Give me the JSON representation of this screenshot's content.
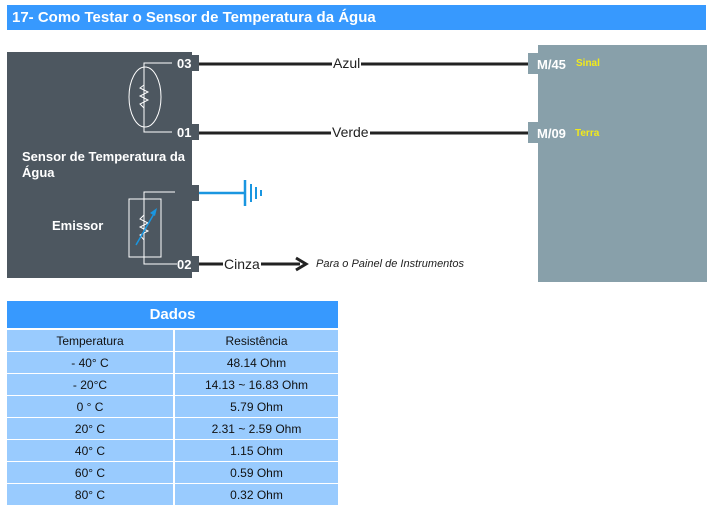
{
  "title": "17- Como Testar o Sensor de Temperatura da Água",
  "sensor": {
    "label": "Sensor de Temperatura da Água",
    "emitter": "Emissor",
    "pins": [
      "03",
      "01",
      "02"
    ]
  },
  "wires": {
    "blue": "Azul",
    "green": "Verde",
    "gray": "Cinza",
    "gray_dest": "Para o Painel de Instrumentos"
  },
  "ecu": {
    "pin1": "M/45",
    "pin1_desc": "Sinal",
    "pin2": "M/09",
    "pin2_desc": "Terra"
  },
  "table": {
    "title": "Dados",
    "headers": [
      "Temperatura",
      "Resistência"
    ],
    "rows": [
      [
        "- 40° C",
        "48.14 Ohm"
      ],
      [
        "- 20°C",
        "14.13 ~ 16.83 Ohm"
      ],
      [
        "0 ° C",
        "5.79 Ohm"
      ],
      [
        "20° C",
        "2.31 ~ 2.59 Ohm"
      ],
      [
        "40° C",
        "1.15 Ohm"
      ],
      [
        "60° C",
        "0.59 Ohm"
      ],
      [
        "80° C",
        "0.32 Ohm"
      ]
    ]
  },
  "colors": {
    "accent": "#3799fe",
    "sensor": "#4d5760",
    "ecu": "#88a0aa",
    "ground": "#1a96e0"
  }
}
